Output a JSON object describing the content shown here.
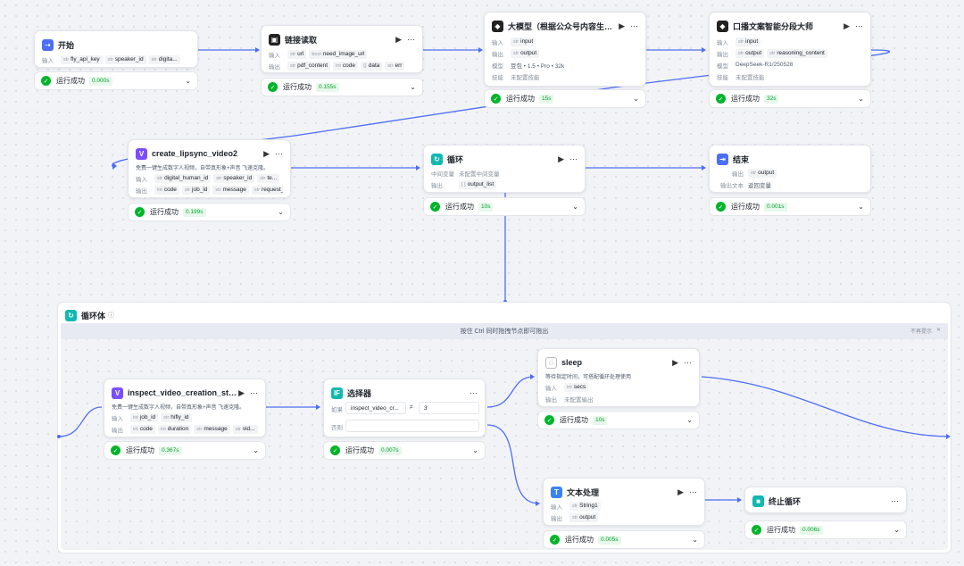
{
  "icons": {
    "start": "start-icon",
    "link": "link-reader-icon",
    "llm": "llm-icon",
    "ai": "ai-icon",
    "video": "video-plugin-icon",
    "loop": "loop-icon",
    "end": "end-icon",
    "cond": "if-icon",
    "sleep": "sleep-icon",
    "text": "text-icon",
    "stop": "stop-loop-icon"
  },
  "labels": {
    "input": "输入",
    "output": "输出",
    "model": "模型",
    "skill": "技能",
    "loopvar": "中间变量",
    "outvar": "输出变量",
    "if": "如果",
    "else": "否则",
    "more": "···",
    "run": "▶",
    "caret": "⌄",
    "check": "✓"
  },
  "status_text": "运行成功",
  "start": {
    "title": "开始",
    "inputs": [
      "fly_api_key",
      "speaker_id",
      "digita..."
    ],
    "time": "0.000s"
  },
  "link_reader": {
    "title": "链接读取",
    "inputs": [
      "url",
      "need_image_url"
    ],
    "outputs": [
      "pdf_content",
      "code",
      "data",
      "err"
    ],
    "time": "0.155s"
  },
  "llm1": {
    "title": "大模型（根据公众号内容生成视...",
    "input": "input",
    "output": "output",
    "model": "豆包 • 1.5 • Pro • 32k",
    "skill": "未配置技能",
    "time": "15s"
  },
  "llm2": {
    "title": "口播文案智能分段大师",
    "input": "input",
    "outputs": [
      "output",
      "reasoning_content"
    ],
    "model": "DeepSeek-R1/250528",
    "skill": "未配置技能",
    "time": "32s"
  },
  "lipsync": {
    "title": "create_lipsync_video2",
    "desc": "免费一键生成数字人视频，自带真形象+声音 飞速克隆。",
    "inputs": [
      "digital_human_id",
      "speaker_id",
      "te..."
    ],
    "outputs": [
      "code",
      "job_id",
      "message",
      "request_id"
    ],
    "time": "0.199s"
  },
  "loop": {
    "title": "循环",
    "loopvar": "未配置中间变量",
    "output": "output_list",
    "time": "10s"
  },
  "end": {
    "title": "结束",
    "output": "output",
    "output_text_label": "输出文本",
    "output_text": "返回变量",
    "time": "0.001s"
  },
  "loop_body": {
    "title": "循环体",
    "info": "ⓘ",
    "banner": "按住 Ctrl 同时拖拽节点即可拖出",
    "dismiss": "不再提示",
    "close": "✕"
  },
  "inspect": {
    "title": "inspect_video_creation_sta...",
    "desc": "免费一键生成数字人视频，自带真形象+声音 飞速克隆。",
    "inputs": [
      "job_id",
      "hifly_id"
    ],
    "outputs": [
      "code",
      "duration",
      "message",
      "vid..."
    ],
    "time": "0.367s"
  },
  "selector": {
    "title": "选择器",
    "left": "inspect_video_cr...",
    "op": "≠",
    "right": "3",
    "time": "0.007s"
  },
  "sleep": {
    "title": "sleep",
    "desc": "等待指定时间，可搭配循环处理使用",
    "input": "secs",
    "skill": "未配置输出",
    "time": "10s"
  },
  "text_proc": {
    "title": "文本处理",
    "input": "String1",
    "output": "output",
    "time": "0.005s"
  },
  "stop_loop": {
    "title": "终止循环",
    "time": "0.006s"
  },
  "colors": {
    "accent": "#3b5bdb",
    "success": "#00b42a"
  }
}
